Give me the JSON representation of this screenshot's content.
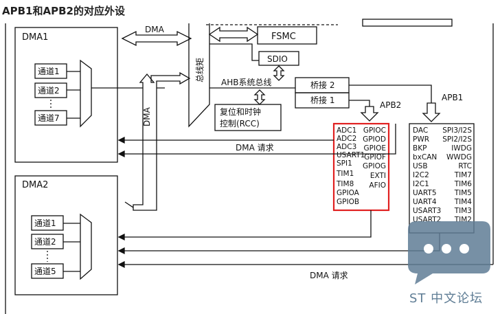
{
  "title": "APB1和APB2的对应外设",
  "labels": {
    "dma1": "DMA1",
    "dma2": "DMA2",
    "dma_bus": "DMA",
    "dma_vertical": "DMA",
    "bus_matrix": "总线矩",
    "fsmc": "FSMC",
    "sdio": "SDIO",
    "ahb": "AHB系统总线",
    "bridge2": "桥接 2",
    "bridge1": "桥接 1",
    "rcc_line1": "复位和时钟",
    "rcc_line2": "控制(RCC)",
    "apb2": "APB2",
    "apb1": "APB1",
    "dma_request_1": "DMA 请求",
    "dma_request_2": "DMA 请求",
    "watermark": "ST 中文论坛"
  },
  "dma1_channels": [
    "通道1",
    "通道2",
    "通道7"
  ],
  "dma2_channels": [
    "通道1",
    "通道2",
    "通道5"
  ],
  "apb2_peripherals_left": [
    "ADC1",
    "ADC2",
    "ADC3",
    "USART1",
    "SPI1",
    "TIM1",
    "TIM8",
    "GPIOA",
    "GPIOB"
  ],
  "apb2_peripherals_right": [
    "GPIOC",
    "GPIOD",
    "GPIOE",
    "GPIOF",
    "GPIOG",
    "EXTI",
    "AFIO"
  ],
  "apb1_peripherals_left": [
    "DAC",
    "PWR",
    "BKP",
    "bxCAN",
    "USB",
    "I2C2",
    "I2C1",
    "UART5",
    "UART4",
    "USART3",
    "USART2"
  ],
  "apb1_peripherals_right": [
    "SPI3/I2S",
    "SPI2/I2S",
    "IWDG",
    "WWDG",
    "RTC",
    "TIM7",
    "TIM6",
    "TIM5",
    "TIM4",
    "TIM3",
    "TIM2"
  ],
  "colors": {
    "highlight": "#e02020",
    "watermark": "#5f7d95",
    "line": "#111111"
  }
}
